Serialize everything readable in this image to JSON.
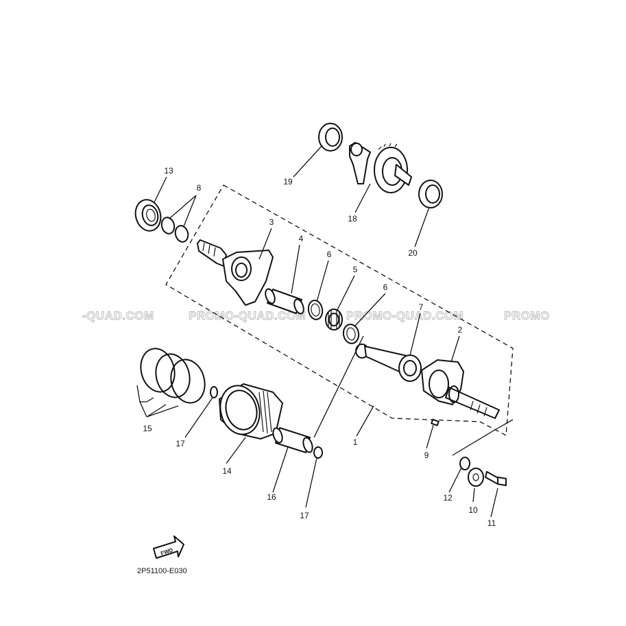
{
  "watermark": {
    "left": "-QUAD.COM",
    "middle": "PROMO-QUAD.COM",
    "right": "PROMO-QUAD.COM",
    "edge": "PROMO"
  },
  "callouts": {
    "n1": "1",
    "n2": "2",
    "n3": "3",
    "n4": "4",
    "n5": "5",
    "n6a": "6",
    "n6b": "6",
    "n7": "7",
    "n8": "8",
    "n9": "9",
    "n10": "10",
    "n11": "11",
    "n12": "12",
    "n13": "13",
    "n14": "14",
    "n15": "15",
    "n16": "16",
    "n17a": "17",
    "n17b": "17",
    "n18": "18",
    "n19": "19",
    "n20": "20"
  },
  "fwd_label": "FWD",
  "diagram_code": "2P51100-E030"
}
